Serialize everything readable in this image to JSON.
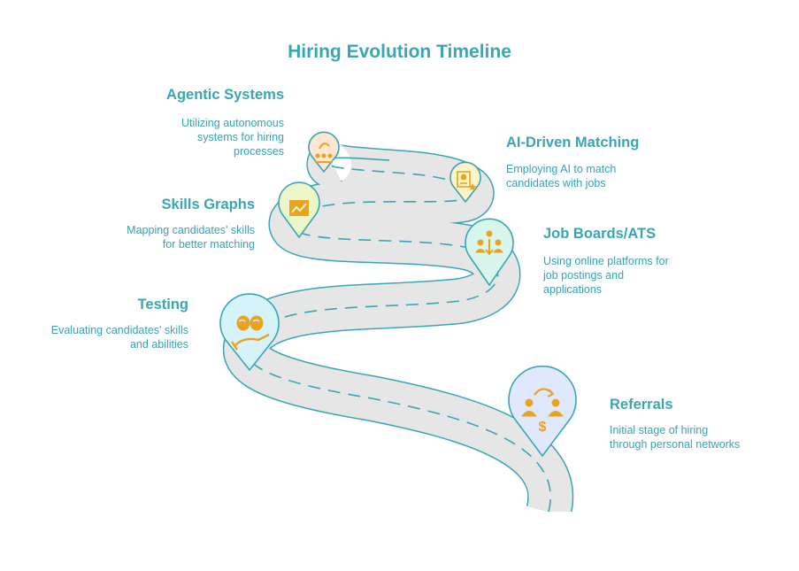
{
  "title": "Hiring Evolution Timeline",
  "colors": {
    "accent": "#3aa6b4",
    "road_fill": "#e6e6e6",
    "road_edge": "#3aa6b4",
    "icon": "#e8a321"
  },
  "stages": [
    {
      "title": "Referrals",
      "description_lines": [
        "Initial stage of hiring",
        "through personal networks"
      ],
      "icon": "money-exchange-people-icon",
      "marker_color": "#dfe9fb"
    },
    {
      "title": "Testing",
      "description_lines": [
        "Evaluating candidates' skills",
        "and abilities"
      ],
      "icon": "brain-in-hand-icon",
      "marker_color": "#d6f3fa"
    },
    {
      "title": "Job Boards/ATS",
      "description_lines": [
        "Using online platforms for",
        "job postings and",
        "applications"
      ],
      "icon": "team-network-icon",
      "marker_color": "#d9f6ec"
    },
    {
      "title": "Skills Graphs",
      "description_lines": [
        "Mapping candidates' skills",
        "for better matching"
      ],
      "icon": "chart-trend-icon",
      "marker_color": "#ecf7c7"
    },
    {
      "title": "AI-Driven Matching",
      "description_lines": [
        "Employing AI to match",
        "candidates with jobs"
      ],
      "icon": "candidate-badge-icon",
      "marker_color": "#fdf4c7"
    },
    {
      "title": "Agentic Systems",
      "description_lines": [
        "Utilizing autonomous",
        "systems for hiring",
        "processes"
      ],
      "icon": "people-flow-icon",
      "marker_color": "#fde6d3"
    }
  ]
}
